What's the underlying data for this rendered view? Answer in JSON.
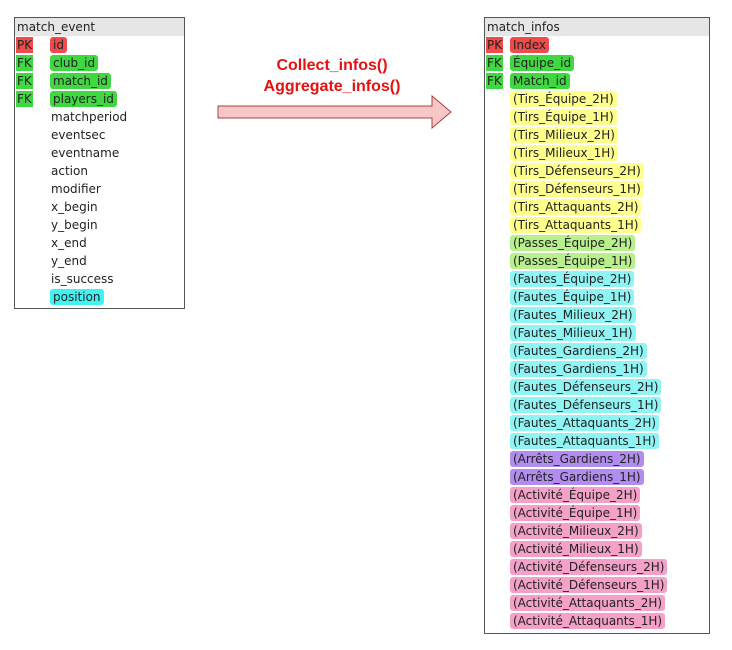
{
  "left_table": {
    "title": "match_event",
    "rows": [
      {
        "key": "PK",
        "field": "id",
        "color": "#f04a4a"
      },
      {
        "key": "FK",
        "field": "club_id",
        "color": "#40d840"
      },
      {
        "key": "FK",
        "field": "match_id",
        "color": "#40d840"
      },
      {
        "key": "FK",
        "field": "players_id",
        "color": "#40d840"
      },
      {
        "key": "",
        "field": "matchperiod",
        "color": ""
      },
      {
        "key": "",
        "field": "eventsec",
        "color": ""
      },
      {
        "key": "",
        "field": "eventname",
        "color": ""
      },
      {
        "key": "",
        "field": "action",
        "color": ""
      },
      {
        "key": "",
        "field": "modifier",
        "color": ""
      },
      {
        "key": "",
        "field": "x_begin",
        "color": ""
      },
      {
        "key": "",
        "field": "y_begin",
        "color": ""
      },
      {
        "key": "",
        "field": "x_end",
        "color": ""
      },
      {
        "key": "",
        "field": "y_end",
        "color": ""
      },
      {
        "key": "",
        "field": "is_success",
        "color": ""
      },
      {
        "key": "",
        "field": "position",
        "color": "#3ff3f3"
      }
    ]
  },
  "operations": {
    "op1": "Collect_infos()",
    "op2": "Aggregate_infos()"
  },
  "right_table": {
    "title": "match_infos",
    "rows": [
      {
        "key": "PK",
        "field": "Index",
        "color": "#f04a4a"
      },
      {
        "key": "FK",
        "field": "Équipe_id",
        "color": "#40d840"
      },
      {
        "key": "FK",
        "field": "Match_id",
        "color": "#40d840"
      },
      {
        "key": "",
        "field": "(Tirs_Équipe_2H)",
        "color": "#ffff8c"
      },
      {
        "key": "",
        "field": "(Tirs_Équipe_1H)",
        "color": "#ffff8c"
      },
      {
        "key": "",
        "field": "(Tirs_Milieux_2H)",
        "color": "#ffff8c"
      },
      {
        "key": "",
        "field": "(Tirs_Milieux_1H)",
        "color": "#ffff8c"
      },
      {
        "key": "",
        "field": "(Tirs_Défenseurs_2H)",
        "color": "#ffff8c"
      },
      {
        "key": "",
        "field": "(Tirs_Défenseurs_1H)",
        "color": "#ffff8c"
      },
      {
        "key": "",
        "field": "(Tirs_Attaquants_2H)",
        "color": "#ffff8c"
      },
      {
        "key": "",
        "field": "(Tirs_Attaquants_1H)",
        "color": "#ffff8c"
      },
      {
        "key": "",
        "field": "(Passes_Équipe_2H)",
        "color": "#b8f08c"
      },
      {
        "key": "",
        "field": "(Passes_Équipe_1H)",
        "color": "#b8f08c"
      },
      {
        "key": "",
        "field": "(Fautes_Équipe_2H)",
        "color": "#8ef4f4"
      },
      {
        "key": "",
        "field": "(Fautes_Équipe_1H)",
        "color": "#8ef4f4"
      },
      {
        "key": "",
        "field": "(Fautes_Milieux_2H)",
        "color": "#8ef4f4"
      },
      {
        "key": "",
        "field": "(Fautes_Milieux_1H)",
        "color": "#8ef4f4"
      },
      {
        "key": "",
        "field": "(Fautes_Gardiens_2H)",
        "color": "#8ef4f4"
      },
      {
        "key": "",
        "field": "(Fautes_Gardiens_1H)",
        "color": "#8ef4f4"
      },
      {
        "key": "",
        "field": "(Fautes_Défenseurs_2H)",
        "color": "#8ef4f4"
      },
      {
        "key": "",
        "field": "(Fautes_Défenseurs_1H)",
        "color": "#8ef4f4"
      },
      {
        "key": "",
        "field": "(Fautes_Attaquants_2H)",
        "color": "#8ef4f4"
      },
      {
        "key": "",
        "field": "(Fautes_Attaquants_1H)",
        "color": "#8ef4f4"
      },
      {
        "key": "",
        "field": "(Arrêts_Gardiens_2H)",
        "color": "#b38cf0"
      },
      {
        "key": "",
        "field": "(Arrêts_Gardiens_1H)",
        "color": "#b38cf0"
      },
      {
        "key": "",
        "field": "(Activité_Équipe_2H)",
        "color": "#f4a0c8"
      },
      {
        "key": "",
        "field": "(Activité_Équipe_1H)",
        "color": "#f4a0c8"
      },
      {
        "key": "",
        "field": "(Activité_Milieux_2H)",
        "color": "#f4a0c8"
      },
      {
        "key": "",
        "field": "(Activité_Milieux_1H)",
        "color": "#f4a0c8"
      },
      {
        "key": "",
        "field": "(Activité_Défenseurs_2H)",
        "color": "#f4a0c8"
      },
      {
        "key": "",
        "field": "(Activité_Défenseurs_1H)",
        "color": "#f4a0c8"
      },
      {
        "key": "",
        "field": "(Activité_Attaquants_2H)",
        "color": "#f4a0c8"
      },
      {
        "key": "",
        "field": "(Activité_Attaquants_1H)",
        "color": "#f4a0c8"
      }
    ]
  },
  "arrow": {
    "fill": "#f7c6c6",
    "stroke": "#b04040"
  }
}
